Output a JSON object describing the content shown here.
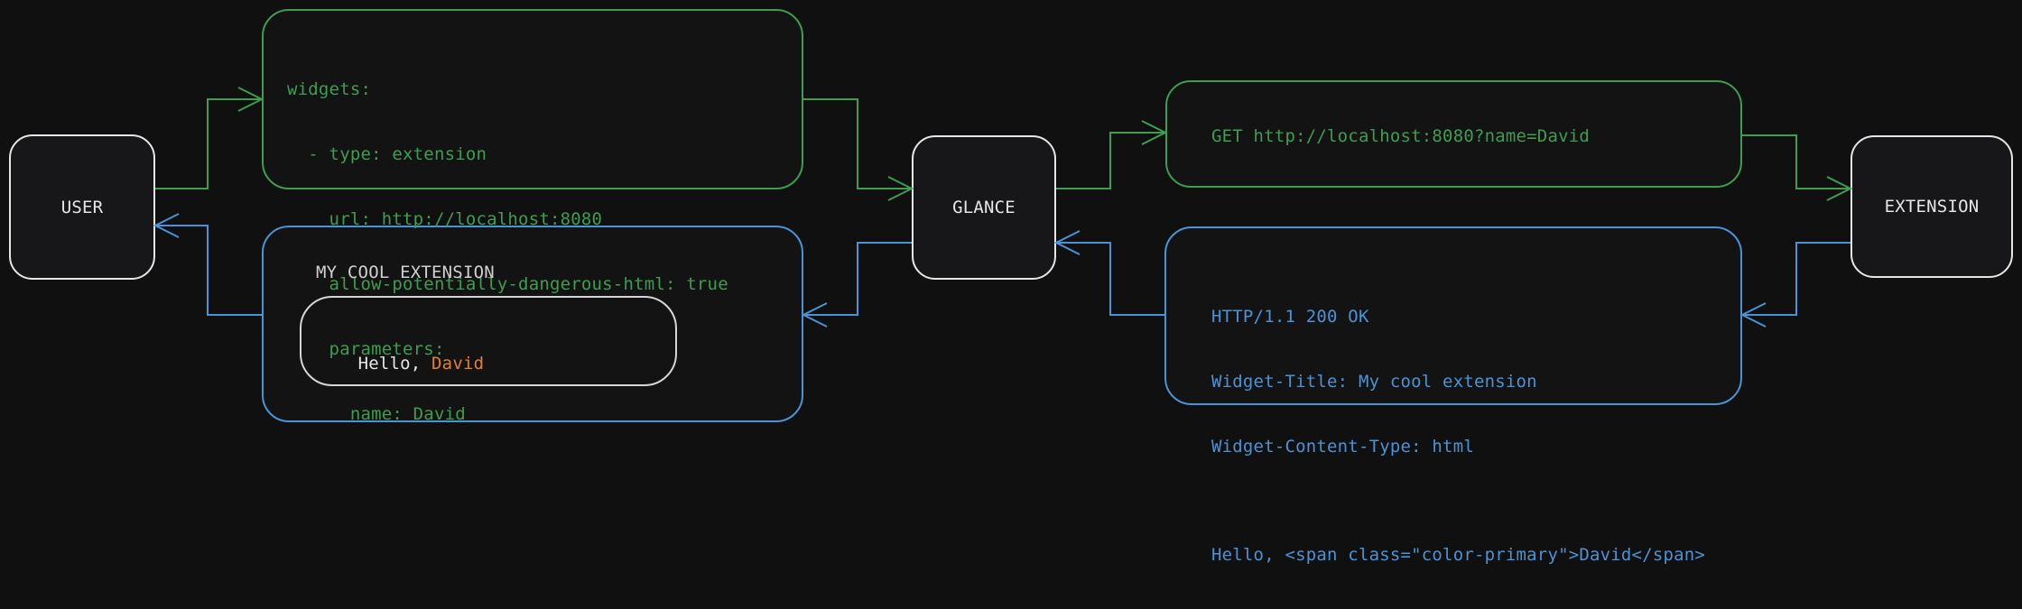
{
  "colors": {
    "background": "#101011",
    "node_fill": "#17171a",
    "box_fill": "#131314",
    "green": "#3c9e4e",
    "blue": "#4a93d6",
    "white": "#e6e6e6",
    "gray": "#d0d0d0",
    "orange": "#e08038",
    "inner_border": "#d6d6d6"
  },
  "nodes": {
    "user": {
      "label": "USER"
    },
    "glance": {
      "label": "GLANCE"
    },
    "extension": {
      "label": "EXTENSION"
    }
  },
  "config_box": {
    "lines": [
      "widgets:",
      "  - type: extension",
      "    url: http://localhost:8080",
      "    allow-potentially-dangerous-html: true",
      "    parameters:",
      "      name: David"
    ]
  },
  "request_box": {
    "text": "GET http://localhost:8080?name=David"
  },
  "response_box": {
    "lines": [
      "HTTP/1.1 200 OK",
      "Widget-Title: My cool extension",
      "Widget-Content-Type: html",
      "",
      "Hello, <span class=\"color-primary\">David</span>"
    ]
  },
  "widget_box": {
    "title": "MY COOL EXTENSION",
    "hello_prefix": "Hello, ",
    "hello_name": "David"
  },
  "edges": {
    "user_to_config": "green",
    "config_to_glance": "green",
    "glance_to_request": "green",
    "request_to_extension": "green",
    "extension_to_response": "blue",
    "response_to_glance": "blue",
    "glance_to_widget": "blue",
    "widget_to_user": "blue"
  }
}
